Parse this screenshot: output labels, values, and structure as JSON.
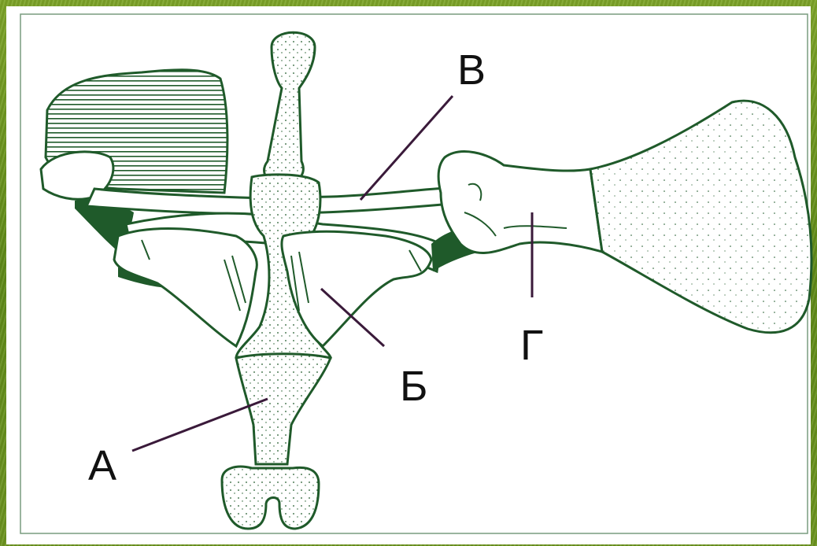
{
  "diagram": {
    "labels": {
      "a": "А",
      "b": "Б",
      "v": "В",
      "g": "Г"
    }
  },
  "colors": {
    "ink": "#1f5a2a",
    "leader": "#3a1a3a",
    "background": "#6a8f1a",
    "paper": "#ffffff"
  }
}
